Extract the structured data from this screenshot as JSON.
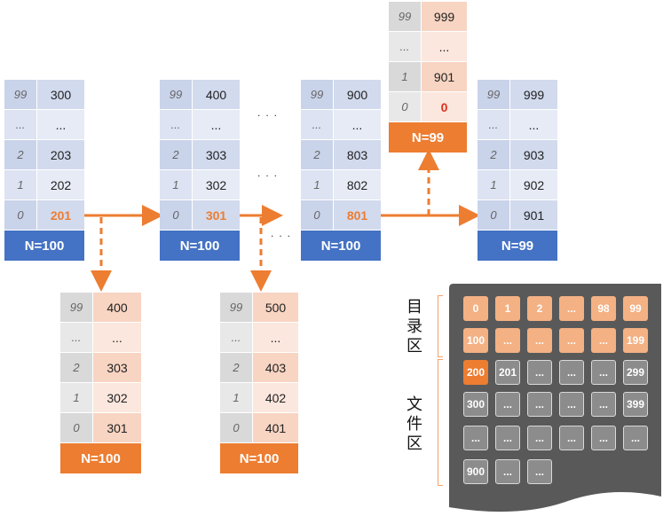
{
  "blocks": [
    {
      "id": "blk-a",
      "style": "blue",
      "rows": [
        [
          "99",
          "300"
        ],
        [
          "...",
          "..."
        ],
        [
          "2",
          "203"
        ],
        [
          "1",
          "202"
        ],
        [
          "0",
          "201"
        ]
      ],
      "highlight": 4,
      "footer": "N=100"
    },
    {
      "id": "blk-b",
      "style": "blue",
      "rows": [
        [
          "99",
          "400"
        ],
        [
          "...",
          "..."
        ],
        [
          "2",
          "303"
        ],
        [
          "1",
          "302"
        ],
        [
          "0",
          "301"
        ]
      ],
      "highlight": 4,
      "footer": "N=100"
    },
    {
      "id": "blk-c",
      "style": "blue",
      "rows": [
        [
          "99",
          "900"
        ],
        [
          "...",
          "..."
        ],
        [
          "2",
          "803"
        ],
        [
          "1",
          "802"
        ],
        [
          "0",
          "801"
        ]
      ],
      "highlight": 4,
      "footer": "N=100"
    },
    {
      "id": "blk-d",
      "style": "orng",
      "rows": [
        [
          "99",
          "999"
        ],
        [
          "...",
          "..."
        ],
        [
          "1",
          "901"
        ],
        [
          "0",
          "0"
        ]
      ],
      "red": 3,
      "footer": "N=99"
    },
    {
      "id": "blk-e",
      "style": "blue",
      "rows": [
        [
          "99",
          "999"
        ],
        [
          "...",
          "..."
        ],
        [
          "2",
          "903"
        ],
        [
          "1",
          "902"
        ],
        [
          "0",
          "901"
        ]
      ],
      "footer": "N=99"
    },
    {
      "id": "blk-f",
      "style": "orng",
      "rows": [
        [
          "99",
          "400"
        ],
        [
          "...",
          "..."
        ],
        [
          "2",
          "303"
        ],
        [
          "1",
          "302"
        ],
        [
          "0",
          "301"
        ]
      ],
      "footer": "N=100"
    },
    {
      "id": "blk-g",
      "style": "orng",
      "rows": [
        [
          "99",
          "500"
        ],
        [
          "...",
          "..."
        ],
        [
          "2",
          "403"
        ],
        [
          "1",
          "402"
        ],
        [
          "0",
          "401"
        ]
      ],
      "footer": "N=100"
    }
  ],
  "dots": [
    "...",
    "...",
    "..."
  ],
  "disk": {
    "dir_label": "目录区",
    "file_label": "文件区",
    "cells": [
      [
        "0",
        "1",
        "2",
        "...",
        "98",
        "99"
      ],
      [
        "100",
        "...",
        "...",
        "...",
        "...",
        "199"
      ],
      [
        "200",
        "201",
        "...",
        "...",
        "...",
        "299"
      ],
      [
        "300",
        "...",
        "...",
        "...",
        "...",
        "399"
      ],
      [
        "...",
        "...",
        "...",
        "...",
        "...",
        "..."
      ],
      [
        "900",
        "...",
        "...",
        "",
        "",
        ""
      ]
    ],
    "colors": {
      "dir": "#f4b183",
      "current": "#ed7d31",
      "file": "#8c8c8c",
      "disk": "#595959"
    }
  },
  "colors": {
    "accent": "#ed7d31",
    "blue": "#4472c4"
  }
}
